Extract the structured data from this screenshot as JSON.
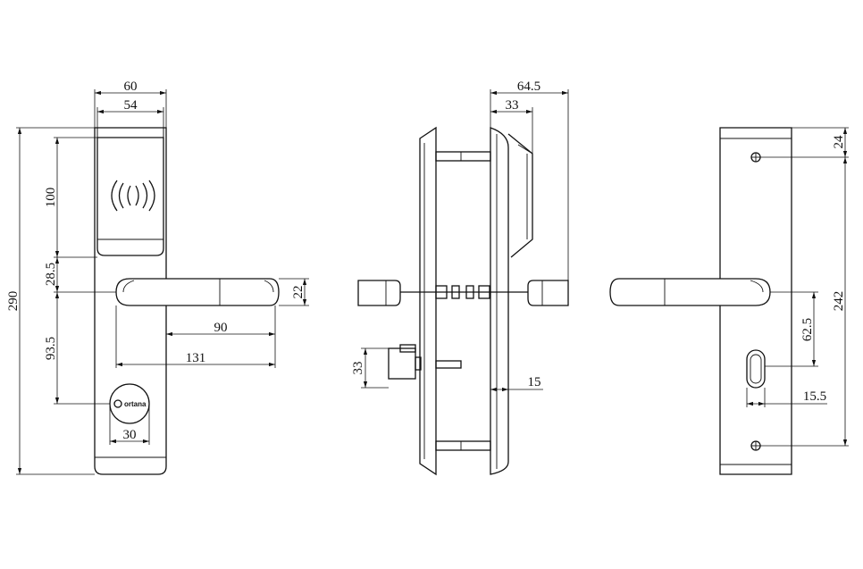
{
  "dimensions": {
    "front": {
      "overall_width": "60",
      "inner_width": "54",
      "card_reader_height": "100",
      "reader_to_handle": "28.5",
      "handle_to_cylinder": "93.5",
      "total_height": "290",
      "handle_thickness": "22",
      "handle_inner_length": "90",
      "handle_length": "131",
      "cylinder_width": "30"
    },
    "side": {
      "overall_depth": "64.5",
      "housing_depth": "33",
      "thumbturn_height": "33",
      "rear_plate_thickness": "15"
    },
    "back": {
      "screw_top_offset": "24",
      "screw_spacing": "242",
      "handle_to_slot": "62.5",
      "slot_offset": "15.5"
    }
  },
  "logo_text": "ortana",
  "icons": {
    "rfid": "contactless-icon",
    "screws": "screw-icon"
  }
}
